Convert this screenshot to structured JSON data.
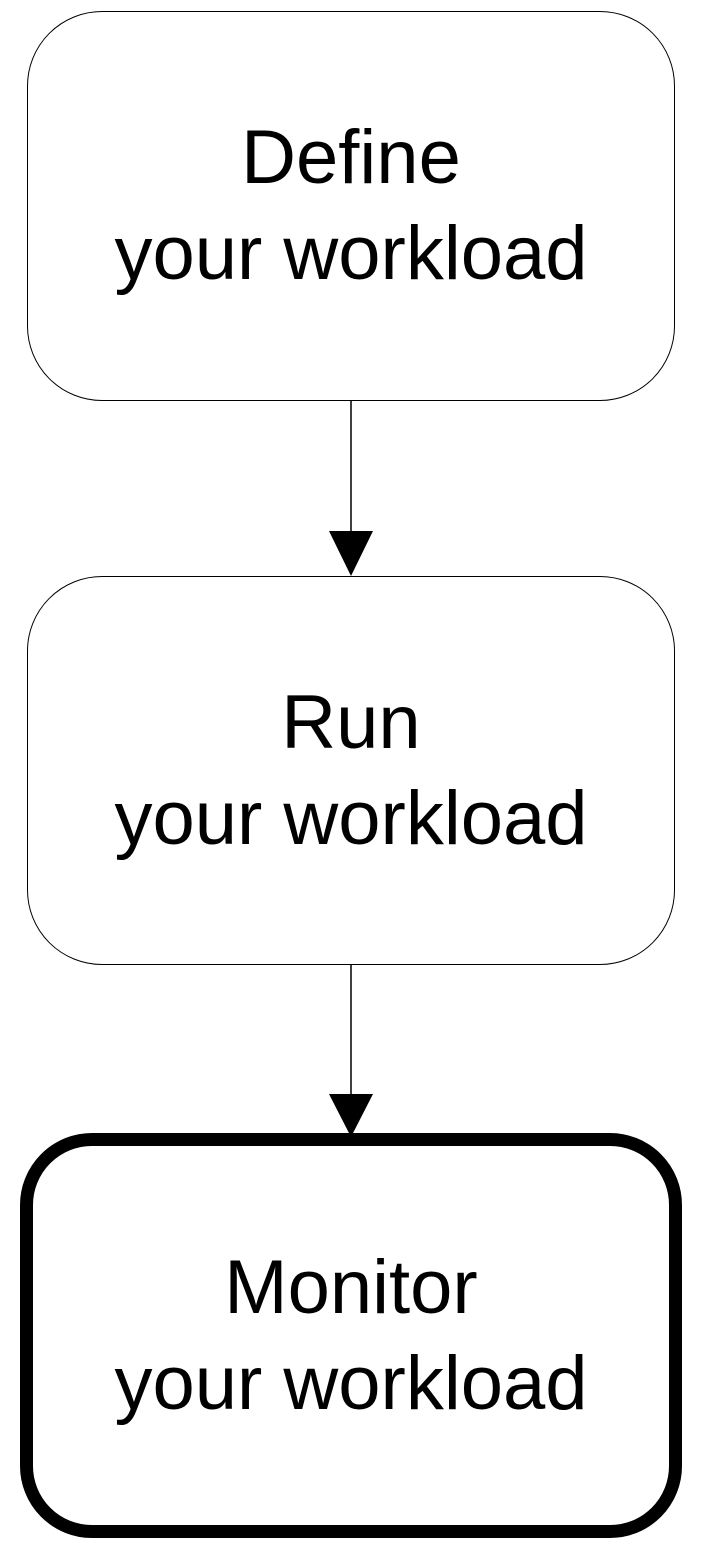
{
  "diagram": {
    "steps": [
      {
        "title": "Define",
        "subtitle": "your workload",
        "current": false
      },
      {
        "title": "Run",
        "subtitle": "your workload",
        "current": false
      },
      {
        "title": "Monitor",
        "subtitle": "your workload",
        "current": true
      }
    ]
  }
}
